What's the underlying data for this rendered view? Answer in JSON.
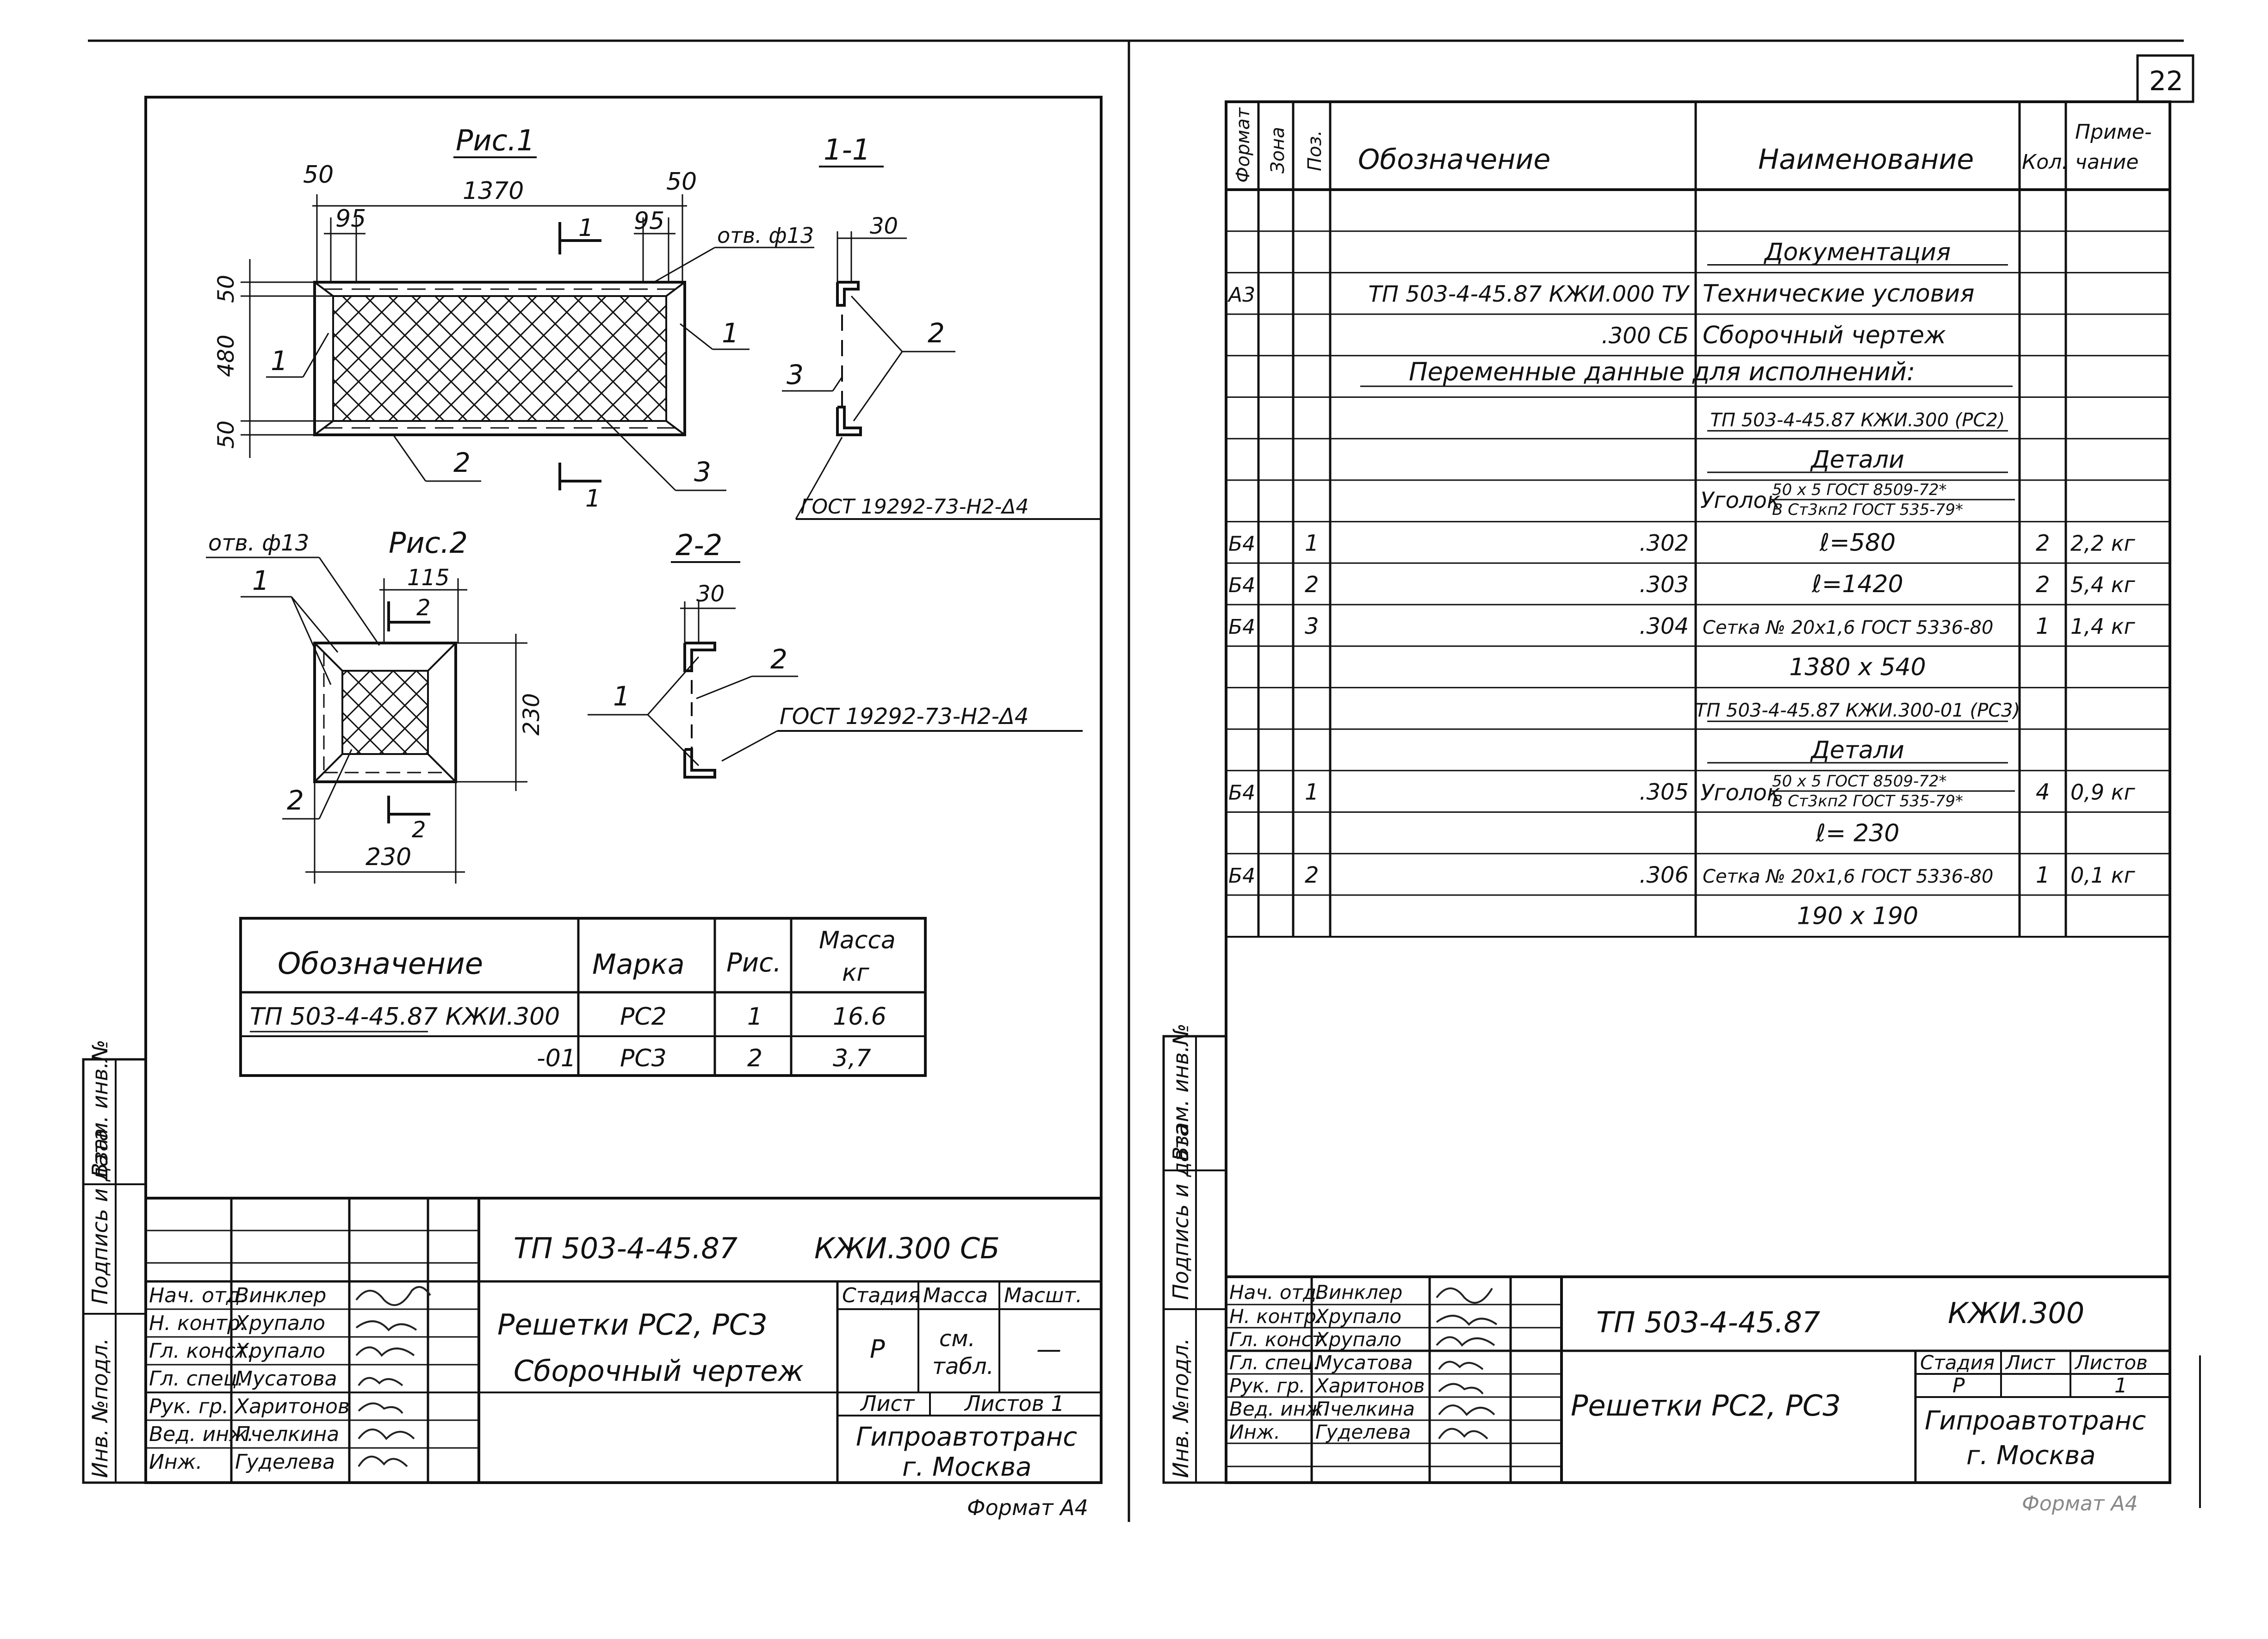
{
  "sheet_number": "22",
  "format_note_left": "Формат А4",
  "format_note_right": "Формат А4",
  "left": {
    "fig1": {
      "title": "Рис.1",
      "dims": {
        "d50a": "50",
        "d1370": "1370",
        "d50b": "50",
        "d95a": "95",
        "d95b": "95",
        "d50l1": "50",
        "d480": "480",
        "d50l2": "50"
      },
      "hole": "отв. ф13",
      "cut": "1",
      "callouts": {
        "c1l": "1",
        "c1r": "1",
        "c2": "2",
        "c3": "3",
        "c1b": "1"
      }
    },
    "sec11": {
      "title": "1-1",
      "dim30": "30",
      "c2": "2",
      "c3": "3",
      "gost": "ГОСТ 19292-73-Н2-Δ4"
    },
    "fig2": {
      "title": "Рис.2",
      "hole": "отв. ф13",
      "c1": "1",
      "d115": "115",
      "cut_top": "2",
      "d230v": "230",
      "c2": "2",
      "cut_bot": "2",
      "d230h": "230"
    },
    "sec22": {
      "title": "2-2",
      "dim30": "30",
      "c2": "2",
      "c1": "1",
      "gost": "ГОСТ 19292-73-Н2-Δ4"
    },
    "mass_table": {
      "headers": {
        "oboz": "Обозначение",
        "marka": "Марка",
        "ris": "Рис.",
        "massa": "Масса",
        "kg": "кг"
      },
      "rows": [
        {
          "oboz": "ТП 503-4-45.87   КЖИ.300",
          "marka": "РС2",
          "ris": "1",
          "massa": "16.6"
        },
        {
          "oboz": "-01",
          "marka": "РС3",
          "ris": "2",
          "massa": "3,7"
        }
      ]
    },
    "side_labels": {
      "inv_podl": "Инв. №подл.",
      "podp": "Подпись и дата",
      "vzam": "Взам. инв.№"
    },
    "titleblock": {
      "doc_code": "ТП 503-4-45.87",
      "doc_mark": "КЖИ.300 СБ",
      "roles": [
        "Нач. отд.",
        "Н. контр.",
        "Гл. конст.",
        "Гл. спец.",
        "Рук. гр.",
        "Вед. инж.",
        "Инж."
      ],
      "names": [
        "Винклер",
        "Хрупало",
        "Хрупало",
        "Мусатова",
        "Харитонов",
        "Пчелкина",
        "Гуделева"
      ],
      "title1": "Решетки РС2, РС3",
      "title2": "Сборочный чертеж",
      "stadia_h": "Стадия",
      "massa_h": "Масса",
      "masshtab_h": "Масшт.",
      "stadia_v": "Р",
      "massa_v1": "см.",
      "massa_v2": "табл.",
      "masshtab_v": "—",
      "list": "Лист",
      "listov": "Листов 1",
      "org1": "Гипроавтотранс",
      "org2": "г. Москва"
    }
  },
  "right": {
    "spec_headers": {
      "format": "Формат",
      "zona": "Зона",
      "poz": "Поз.",
      "oboz": "Обозначение",
      "naim": "Наименование",
      "kol": "Кол.",
      "prim1": "Приме-",
      "prim2": "чание"
    },
    "rows": [
      {
        "f": "",
        "z": "",
        "p": "",
        "o": "",
        "n": "",
        "k": "",
        "pr": ""
      },
      {
        "f": "",
        "z": "",
        "p": "",
        "o": "",
        "n": "Документация",
        "k": "",
        "pr": ""
      },
      {
        "f": "А3",
        "z": "",
        "p": "",
        "o": "ТП 503-4-45.87   КЖИ.000 ТУ",
        "n": "Технические условия",
        "k": "",
        "pr": ""
      },
      {
        "f": "",
        "z": "",
        "p": "",
        "o": ".300 СБ",
        "n": "Сборочный чертеж",
        "k": "",
        "pr": ""
      },
      {
        "f": "",
        "z": "",
        "p": "",
        "o": "",
        "n": "",
        "k": "",
        "pr": ""
      },
      {
        "f": "",
        "z": "",
        "p": "",
        "o": "",
        "n": "ТП 503-4-45.87 КЖИ.300 (РС2)",
        "k": "",
        "pr": ""
      },
      {
        "f": "",
        "z": "",
        "p": "",
        "o": "",
        "n": "Детали",
        "k": "",
        "pr": ""
      },
      {
        "f": "",
        "z": "",
        "p": "",
        "o": "",
        "n": "",
        "k": "",
        "pr": ""
      },
      {
        "f": "Б4",
        "z": "",
        "p": "1",
        "o": ".302",
        "n": "ℓ=580",
        "k": "2",
        "pr": "2,2 кг"
      },
      {
        "f": "Б4",
        "z": "",
        "p": "2",
        "o": ".303",
        "n": "ℓ=1420",
        "k": "2",
        "pr": "5,4 кг"
      },
      {
        "f": "Б4",
        "z": "",
        "p": "3",
        "o": ".304",
        "n": "Сетка № 20х1,6 ГОСТ 5336-80",
        "k": "1",
        "pr": "1,4 кг"
      },
      {
        "f": "",
        "z": "",
        "p": "",
        "o": "",
        "n": "1380 х 540",
        "k": "",
        "pr": ""
      },
      {
        "f": "",
        "z": "",
        "p": "",
        "o": "",
        "n": "ТП 503-4-45.87 КЖИ.300-01 (РС3)",
        "k": "",
        "pr": ""
      },
      {
        "f": "",
        "z": "",
        "p": "",
        "o": "",
        "n": "Детали",
        "k": "",
        "pr": ""
      },
      {
        "f": "Б4",
        "z": "",
        "p": "1",
        "o": ".305",
        "n": "",
        "k": "4",
        "pr": "0,9 кг"
      },
      {
        "f": "",
        "z": "",
        "p": "",
        "o": "",
        "n": "ℓ= 230",
        "k": "",
        "pr": ""
      },
      {
        "f": "Б4",
        "z": "",
        "p": "2",
        "o": ".306",
        "n": "Сетка № 20х1,6 ГОСТ 5336-80",
        "k": "1",
        "pr": "0,1 кг"
      },
      {
        "f": "",
        "z": "",
        "p": "",
        "o": "",
        "n": "190 х 190",
        "k": "",
        "pr": ""
      }
    ],
    "variable_data": "Переменные   данные для исполнений:",
    "ugolok": {
      "word": "Уголок",
      "top": "50 х 5 ГОСТ 8509-72*",
      "bot": "В Ст3кп2 ГОСТ 535-79*"
    },
    "side_labels": {
      "inv_podl": "Инв. №подл.",
      "podp": "Подпись и дата",
      "vzam": "Взам. инв.№"
    },
    "titleblock": {
      "doc_code": "ТП 503-4-45.87",
      "doc_mark": "КЖИ.300",
      "roles": [
        "Нач. отд.",
        "Н. контр.",
        "Гл. конст.",
        "Гл. спец.",
        "Рук. гр.",
        "Вед. инж.",
        "Инж."
      ],
      "names": [
        "Винклер",
        "Хрупало",
        "Хрупало",
        "Мусатова",
        "Харитонов",
        "Пчелкина",
        "Гуделева"
      ],
      "title": "Решетки РС2, РС3",
      "stadia_h": "Стадия",
      "list_h": "Лист",
      "listov_h": "Листов",
      "stadia_v": "Р",
      "list_v": "",
      "listov_v": "1",
      "org1": "Гипроавтотранс",
      "org2": "г. Москва"
    }
  }
}
